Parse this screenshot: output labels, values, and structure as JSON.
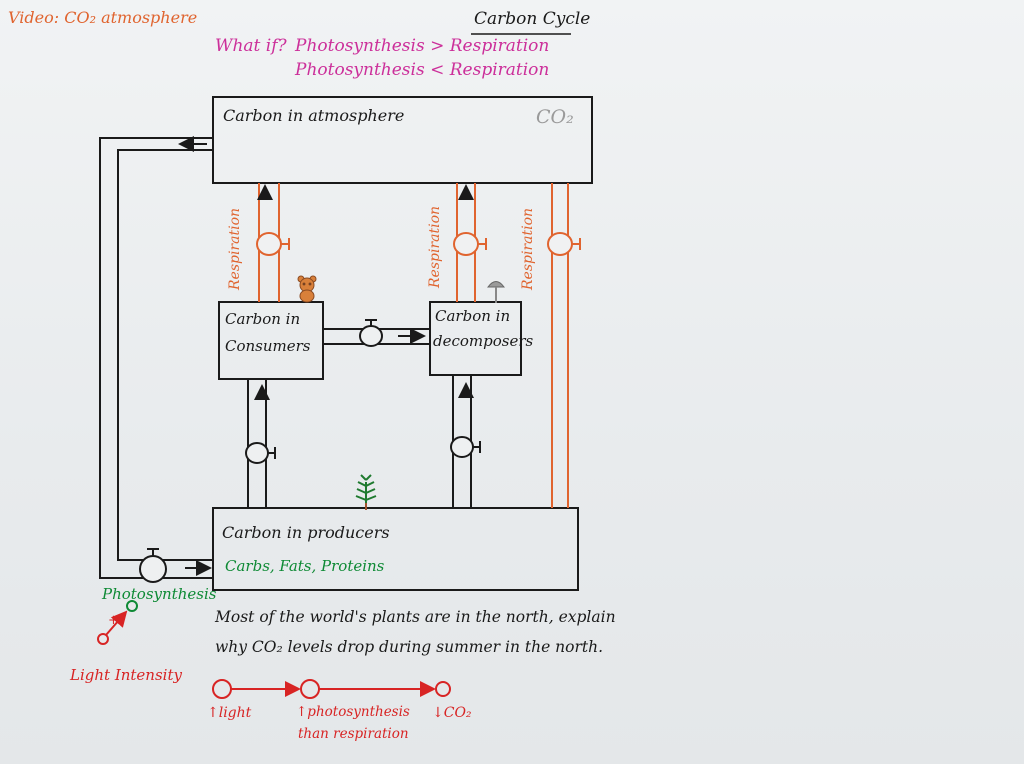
{
  "header": {
    "video_note": "Video: CO₂ atmosphere",
    "title": "Carbon Cycle"
  },
  "what_if": {
    "prefix": "What if?",
    "line1": "Photosynthesis > Respiration",
    "line2": "Photosynthesis < Respiration"
  },
  "boxes": {
    "atmosphere": {
      "label": "Carbon in atmosphere",
      "tag": "CO₂"
    },
    "consumers": {
      "line1": "Carbon in",
      "line2": "Consumers"
    },
    "decomposers": {
      "line1": "Carbon in",
      "line2": "decomposers"
    },
    "producers": {
      "label": "Carbon in producers",
      "sublabel": "Carbs, Fats, Proteins"
    }
  },
  "pipe_labels": {
    "respiration_1": "Respiration",
    "respiration_2": "Respiration",
    "respiration_3": "Respiration"
  },
  "photosynthesis": {
    "label": "Photosynthesis",
    "plus": "+",
    "factor": "Light Intensity"
  },
  "question": {
    "line1": "Most of the world's plants are in the north, explain",
    "line2": "why CO₂ levels drop during summer in the north."
  },
  "chain": {
    "step1": "↑light",
    "step2_line1": "↑photosynthesis",
    "step2_line2": "than respiration",
    "step3": "↓CO₂"
  },
  "colors": {
    "pipe": "#1a1a1a",
    "respiration_pipe": "#e0642f",
    "what_if": "#cc2f9a",
    "photosynthesis": "#0e8a35",
    "chain": "#d82424"
  },
  "icons": [
    "bear-icon",
    "mushroom-icon",
    "plant-icon",
    "valve-icon"
  ]
}
